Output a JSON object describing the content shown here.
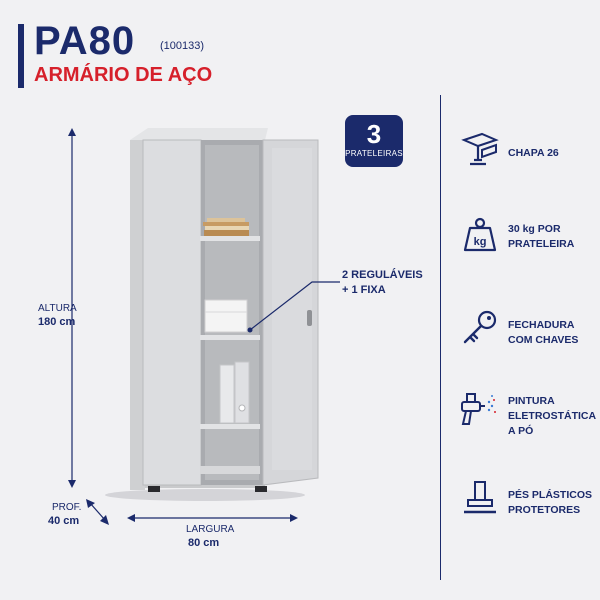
{
  "header": {
    "model": "PA80",
    "code": "(100133)",
    "subtitle": "ARMÁRIO DE AÇO"
  },
  "badge": {
    "count": "3",
    "label": "PRATELEIRAS"
  },
  "dimensions": {
    "height_label": "ALTURA",
    "height_value": "180 cm",
    "depth_label": "PROF.",
    "depth_value": "40 cm",
    "width_label": "LARGURA",
    "width_value": "80 cm"
  },
  "callout": {
    "line1": "2 REGULÁVEIS",
    "line2": "+ 1 FIXA"
  },
  "features": [
    {
      "icon": "steel-beam-icon",
      "lines": [
        "CHAPA 26"
      ]
    },
    {
      "icon": "weight-kg-icon",
      "lines": [
        "30 kg POR",
        "PRATELEIRA"
      ]
    },
    {
      "icon": "key-icon",
      "lines": [
        "FECHADURA",
        "COM CHAVES"
      ]
    },
    {
      "icon": "spray-gun-icon",
      "lines": [
        "PINTURA",
        "ELETROSTÁTICA",
        "A PÓ"
      ]
    },
    {
      "icon": "plastic-foot-icon",
      "lines": [
        "PÉS PLÁSTICOS",
        "PROTETORES"
      ]
    }
  ],
  "colors": {
    "navy": "#1b2a6b",
    "red": "#d6202b",
    "background": "#f1f1f3",
    "cabinet": "#d9dadc"
  }
}
